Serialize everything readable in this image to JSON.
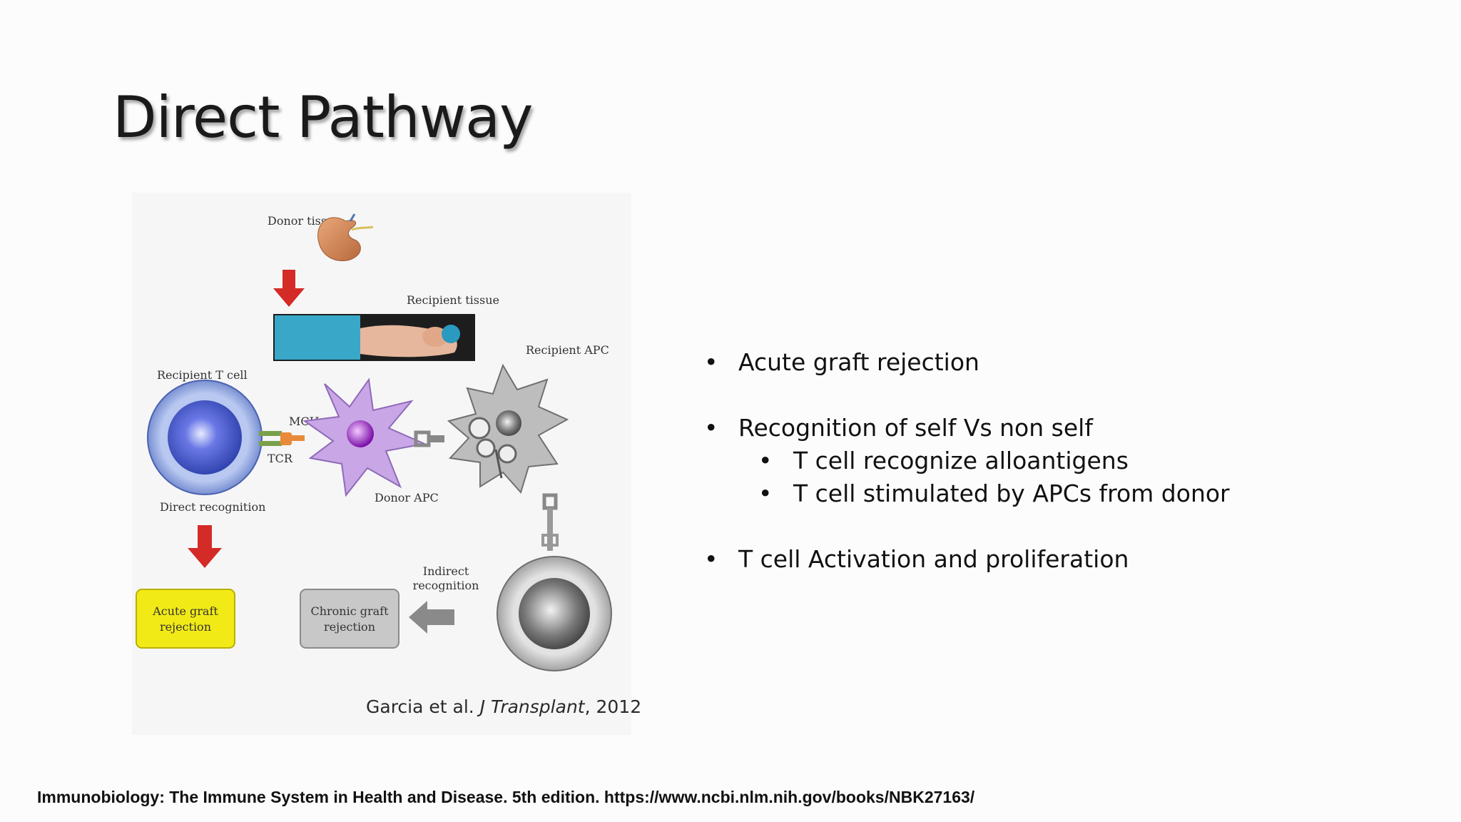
{
  "slide": {
    "title": "Direct Pathway",
    "bullets": {
      "b1": "Acute graft rejection",
      "b2": "Recognition of self Vs non self",
      "b2_sub1": "T cell recognize alloantigens",
      "b2_sub2": "T cell stimulated by APCs from donor",
      "b3": "T cell Activation and proliferation"
    },
    "reference": "Immunobiology: The Immune System in Health and Disease. 5th edition. https://www.ncbi.nlm.nih.gov/books/NBK27163/"
  },
  "figure": {
    "labels": {
      "donor_tissue": "Donor tissue",
      "recipient_tissue": "Recipient tissue",
      "recipient_apc": "Recipient APC",
      "recipient_t_cell": "Recipient T cell",
      "mch": "MCH",
      "tcr": "TCR",
      "donor_apc": "Donor APC",
      "direct_recognition": "Direct recognition",
      "indirect_recognition_1": "Indirect",
      "indirect_recognition_2": "recognition",
      "acute_1": "Acute graft",
      "acute_2": "rejection",
      "chronic_1": "Chronic graft",
      "chronic_2": "rejection"
    },
    "caption": {
      "authors": "Garcia et al.",
      "journal": "J Transplant",
      "year": ", 2012"
    },
    "colors": {
      "arrow_red": "#d42b27",
      "acute_box": "#f2ea16",
      "chronic_box": "#c8c8c8",
      "t_cell_blue": "#6f7fe0",
      "donor_apc": "#c9a6e6",
      "recipient_apc": "#b8b8b8"
    }
  }
}
